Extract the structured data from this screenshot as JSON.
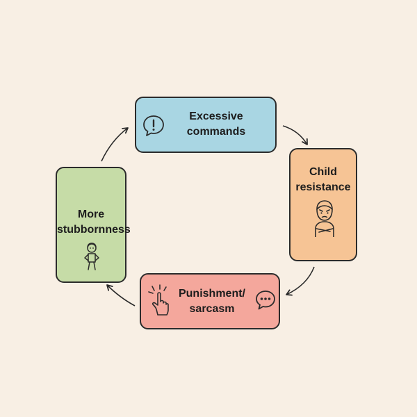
{
  "colors": {
    "background": "#f8efe4",
    "stroke": "#2b2b2b",
    "blue": "#a9d6e3",
    "orange": "#f6c495",
    "red": "#f4a79c",
    "green": "#c6dca7"
  },
  "nodes": [
    {
      "id": "excessive-commands",
      "lines": [
        "Excessive",
        "commands"
      ],
      "icon": "speech-bubble-exclamation-icon",
      "color": "blue"
    },
    {
      "id": "child-resistance",
      "lines": [
        "Child",
        "resistance"
      ],
      "icon": "angry-child-arms-crossed-icon",
      "color": "orange"
    },
    {
      "id": "punishment-sarcasm",
      "lines": [
        "Punishment/",
        "sarcasm"
      ],
      "icon": [
        "pointing-hand-icon",
        "speech-bubble-ellipsis-icon"
      ],
      "color": "red"
    },
    {
      "id": "more-stubbornness",
      "lines": [
        "More",
        "stubbornness"
      ],
      "icon": "standing-child-icon",
      "color": "green"
    }
  ],
  "edges": [
    {
      "from": "excessive-commands",
      "to": "child-resistance"
    },
    {
      "from": "child-resistance",
      "to": "punishment-sarcasm"
    },
    {
      "from": "punishment-sarcasm",
      "to": "more-stubbornness"
    },
    {
      "from": "more-stubbornness",
      "to": "excessive-commands"
    }
  ]
}
